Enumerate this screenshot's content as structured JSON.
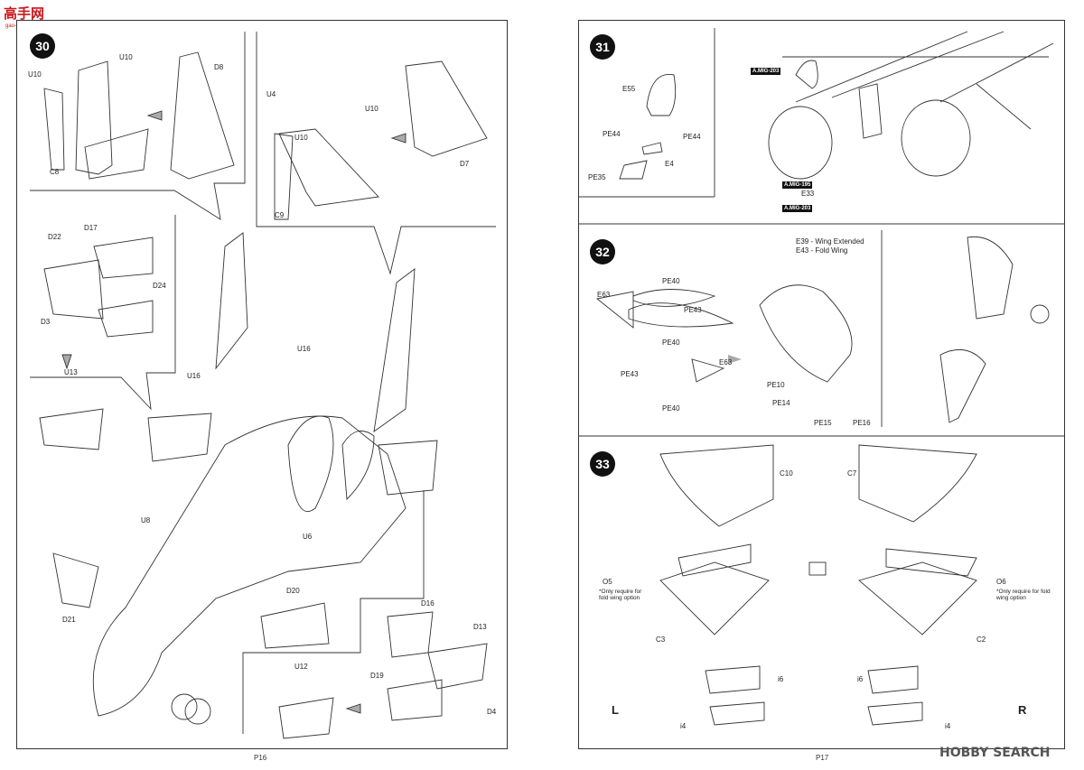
{
  "watermark_top": {
    "name": "高手网",
    "url": "gao-shou.com"
  },
  "watermark_bottom": "HOBBY SEARCH",
  "left_page": {
    "page_number": "P16",
    "step_30": {
      "number": "30",
      "labels": [
        "U10",
        "U10",
        "D8",
        "C8",
        "U4",
        "U10",
        "U10",
        "D7",
        "C9",
        "D17",
        "D22",
        "D24",
        "D3",
        "U13",
        "U16",
        "U16",
        "U8",
        "U6",
        "D21",
        "D20",
        "D16",
        "D13",
        "U12",
        "D19",
        "D4"
      ]
    }
  },
  "right_page": {
    "page_number": "P17",
    "step_31": {
      "number": "31",
      "labels": [
        "E55",
        "PE44",
        "PE44",
        "E4",
        "PE35",
        "E33"
      ],
      "tags": [
        "A.MIG-203",
        "A.MIG-195",
        "A.MIG-203"
      ]
    },
    "step_32": {
      "number": "32",
      "labels": [
        "E39 - Wing Extended",
        "E43 - Fold Wing",
        "E63",
        "PE40",
        "PE43",
        "PE40",
        "PE43",
        "E63",
        "PE40",
        "PE10",
        "PE14",
        "PE15",
        "PE16"
      ]
    },
    "step_33": {
      "number": "33",
      "labels": [
        "C10",
        "C7",
        "O5",
        "O6",
        "C3",
        "C2",
        "i6",
        "i6",
        "i4",
        "i4"
      ],
      "note_left": "*Only require for fold wing option",
      "note_right": "*Only require for fold wing option",
      "side_left": "L",
      "side_right": "R"
    }
  }
}
